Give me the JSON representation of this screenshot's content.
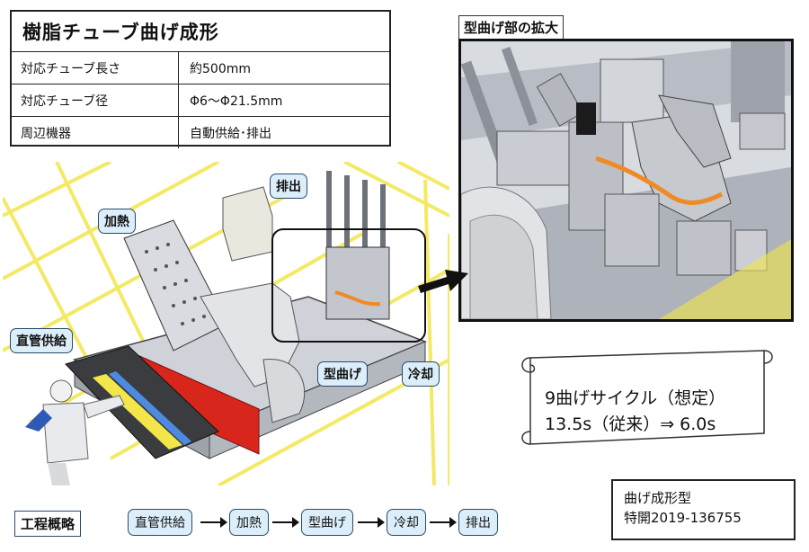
{
  "spec_table": {
    "title": "樹脂チューブ曲げ成形",
    "rows": [
      {
        "label": "対応チューブ長さ",
        "value": "約500mm"
      },
      {
        "label": "対応チューブ径",
        "value": "Φ6〜Φ21.5mm"
      },
      {
        "label": "周辺機器",
        "value": "自動供給･排出"
      }
    ]
  },
  "zoom": {
    "label": "型曲げ部の拡大"
  },
  "callouts": {
    "discharge": "排出",
    "heating": "加熱",
    "straight_supply": "直管供給",
    "mold_bending": "型曲げ",
    "cooling": "冷却"
  },
  "cycle_note": {
    "line1": "9曲げサイクル（想定）",
    "line2": "13.5s（従来）⇒ 6.0s"
  },
  "patent": {
    "line1": "曲げ成形型",
    "line2": "特開2019-136755"
  },
  "process": {
    "label": "工程概略",
    "steps": [
      "直管供給",
      "加熱",
      "型曲げ",
      "冷却",
      "排出"
    ]
  },
  "colors": {
    "callout_fill": "#dceefa",
    "callout_border": "#2a4b6a",
    "safety_fence": "#f2e64a",
    "heater_red": "#d9261c",
    "tube_orange": "#f08a24"
  }
}
